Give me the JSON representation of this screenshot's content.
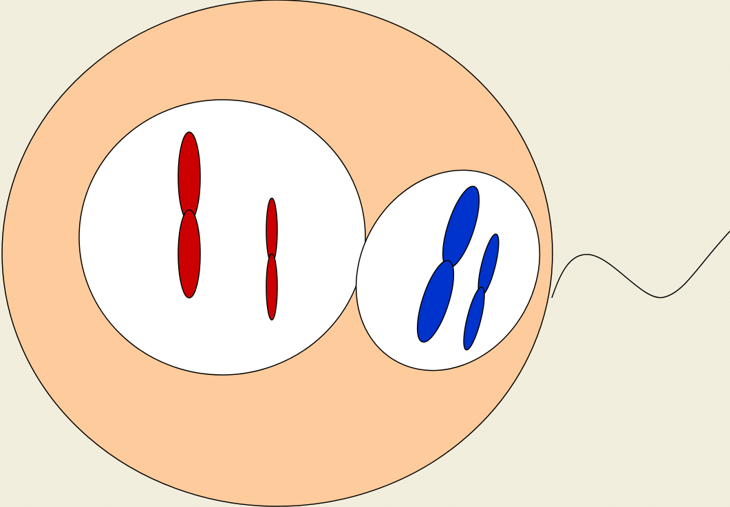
{
  "diagram": {
    "colors": {
      "background": "#f4f0e0",
      "cell_cytoplasm": "#fdcb9c",
      "nucleus": "#ffffff",
      "maternal_chromosome": "#cc0000",
      "paternal_chromosome": "#0033cc",
      "outline": "#000000"
    },
    "elements": {
      "egg_cell": "egg-cell",
      "egg_nucleus": "egg-nucleus",
      "sperm_head": "sperm-nucleus",
      "sperm_tail": "sperm-tail",
      "red_chromosomes": 2,
      "blue_chromosomes": 2
    }
  }
}
